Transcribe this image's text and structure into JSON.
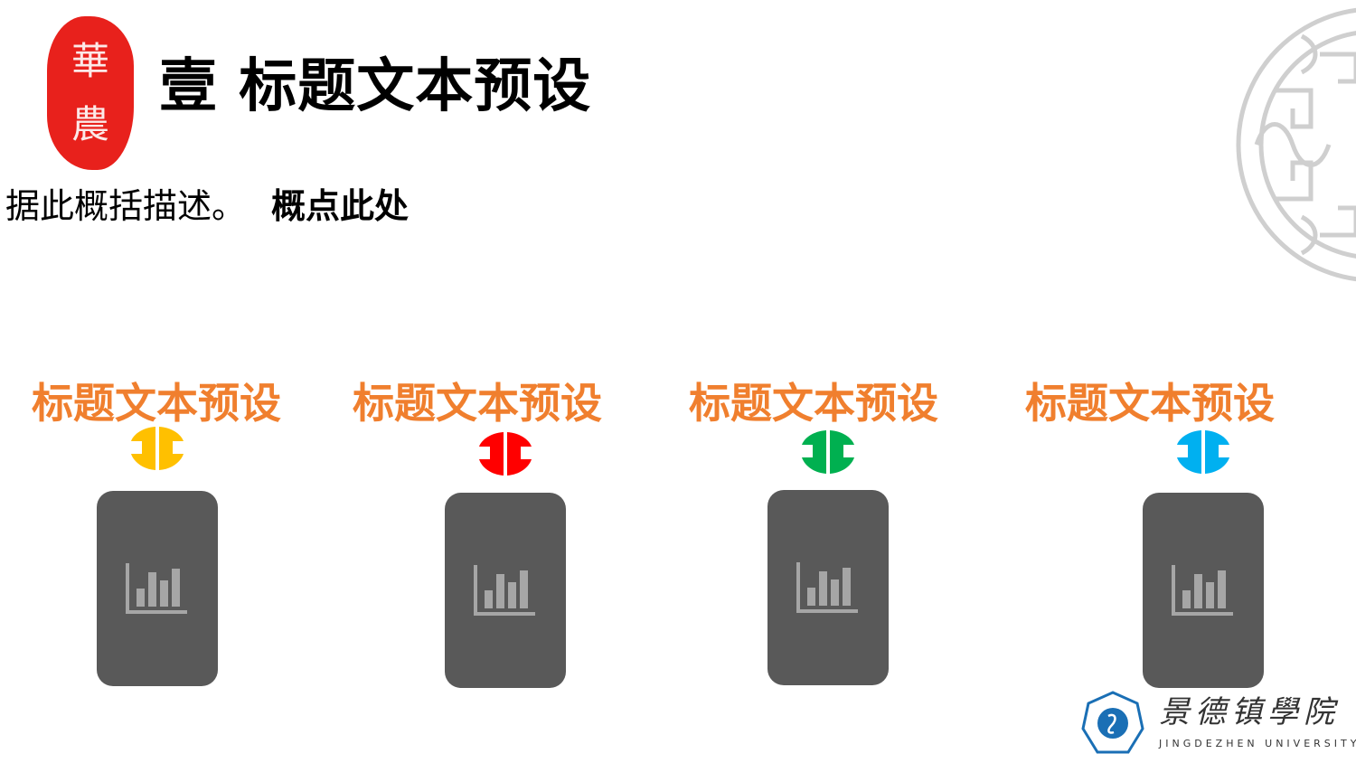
{
  "header": {
    "seal_text": [
      "華",
      "農"
    ],
    "title": "壹 标题文本预设"
  },
  "description": {
    "text_a": "据此概括描述。",
    "text_b": "概点此处"
  },
  "columns": [
    {
      "title": "标题文本预设",
      "badge_color": "#ffc000",
      "icon": "bar-chart-icon"
    },
    {
      "title": "标题文本预设",
      "badge_color": "#ff0000",
      "icon": "bar-chart-icon"
    },
    {
      "title": "标题文本预设",
      "badge_color": "#00b050",
      "icon": "bar-chart-icon"
    },
    {
      "title": "标题文本预设",
      "badge_color": "#00b0f0",
      "icon": "bar-chart-icon"
    }
  ],
  "logo": {
    "name_cn": "景德镇學院",
    "name_en": "JINGDEZHEN UNIVERSITY"
  },
  "colors": {
    "accent": "#f07f2e",
    "card": "#595959",
    "seal": "#e8211c"
  }
}
